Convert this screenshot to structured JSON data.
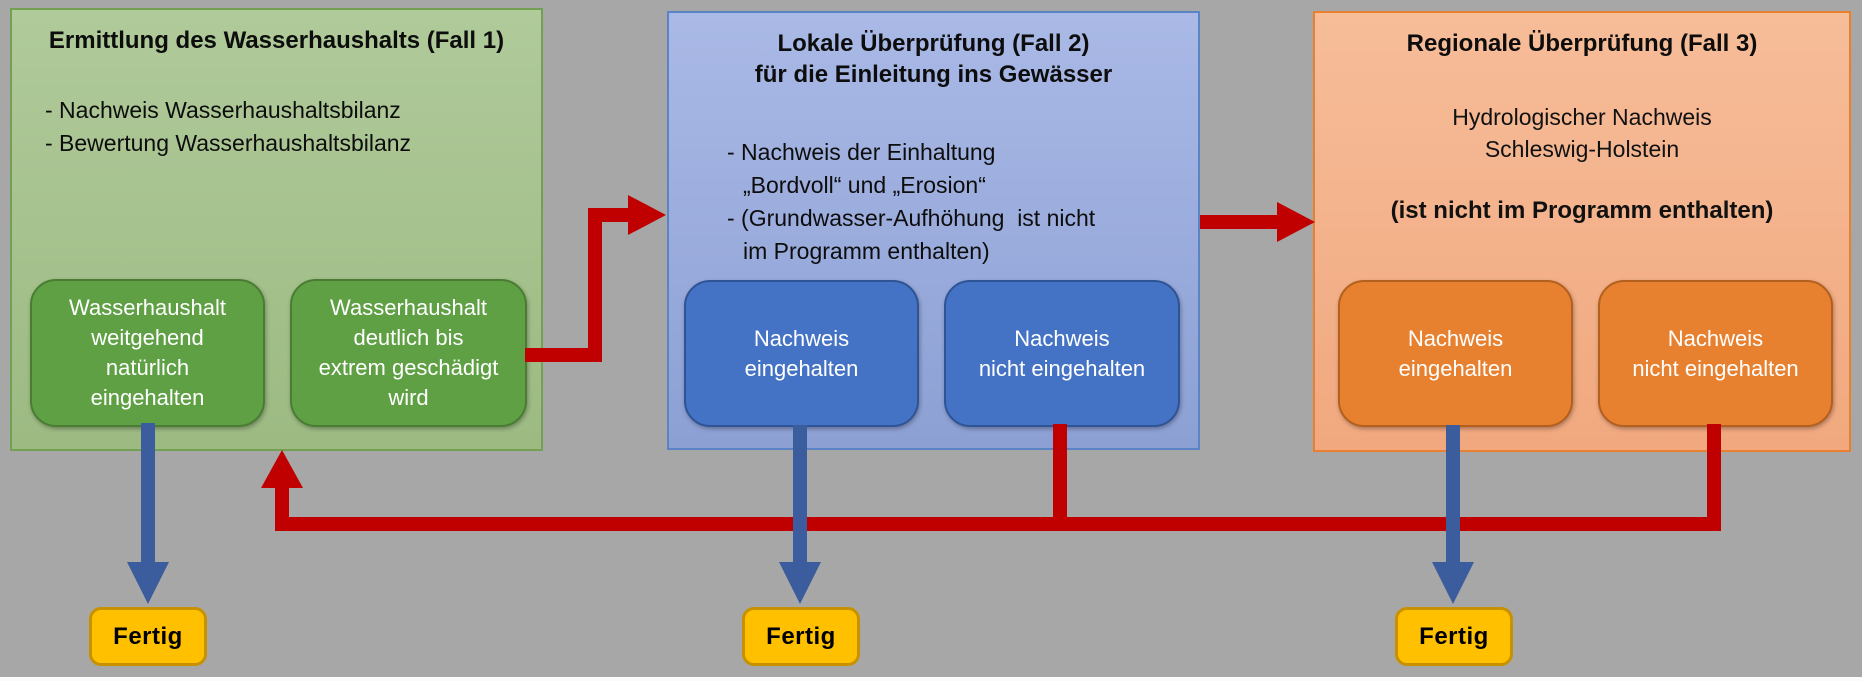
{
  "panels": {
    "fall1": {
      "title": "Ermittlung des Wasserhaushalts (Fall 1)",
      "bullets": [
        "- Nachweis Wasserhaushaltsbilanz",
        "- Bewertung Wasserhaushaltsbilanz"
      ],
      "chips": {
        "ok": "Wasserhaushalt\nweitgehend\nnatürlich\neingehalten",
        "fail": "Wasserhaushalt\ndeutlich bis\nextrem geschädigt\nwird"
      }
    },
    "fall2": {
      "title_line1": "Lokale Überprüfung (Fall 2)",
      "title_line2": "für die Einleitung ins Gewässer",
      "bullets": [
        "- Nachweis der Einhaltung",
        "„Bordvoll“ und „Erosion“",
        "- (Grundwasser-Aufhöhung  ist nicht",
        "im Programm enthalten)"
      ],
      "chips": {
        "ok": "Nachweis\neingehalten",
        "fail": "Nachweis\nnicht eingehalten"
      }
    },
    "fall3": {
      "title": "Regionale Überprüfung (Fall 3)",
      "subtitle": "Hydrologischer Nachweis\nSchleswig-Holstein",
      "note": "(ist nicht im Programm enthalten)",
      "chips": {
        "ok": "Nachweis\neingehalten",
        "fail": "Nachweis\nnicht eingehalten"
      }
    }
  },
  "terminals": {
    "label": "Fertig"
  },
  "palette": {
    "background": "#a7a7a7",
    "green_panel": "#a9c492",
    "green_chip": "#5fa044",
    "blue_panel": "#99acd9",
    "blue_chip": "#4472c4",
    "orange_panel": "#f4b28a",
    "orange_chip": "#e8812f",
    "flow_arrow_red": "#c00000",
    "done_arrow_blue": "#3b5d9d",
    "terminal_fill": "#ffc000",
    "terminal_border": "#c79100"
  }
}
